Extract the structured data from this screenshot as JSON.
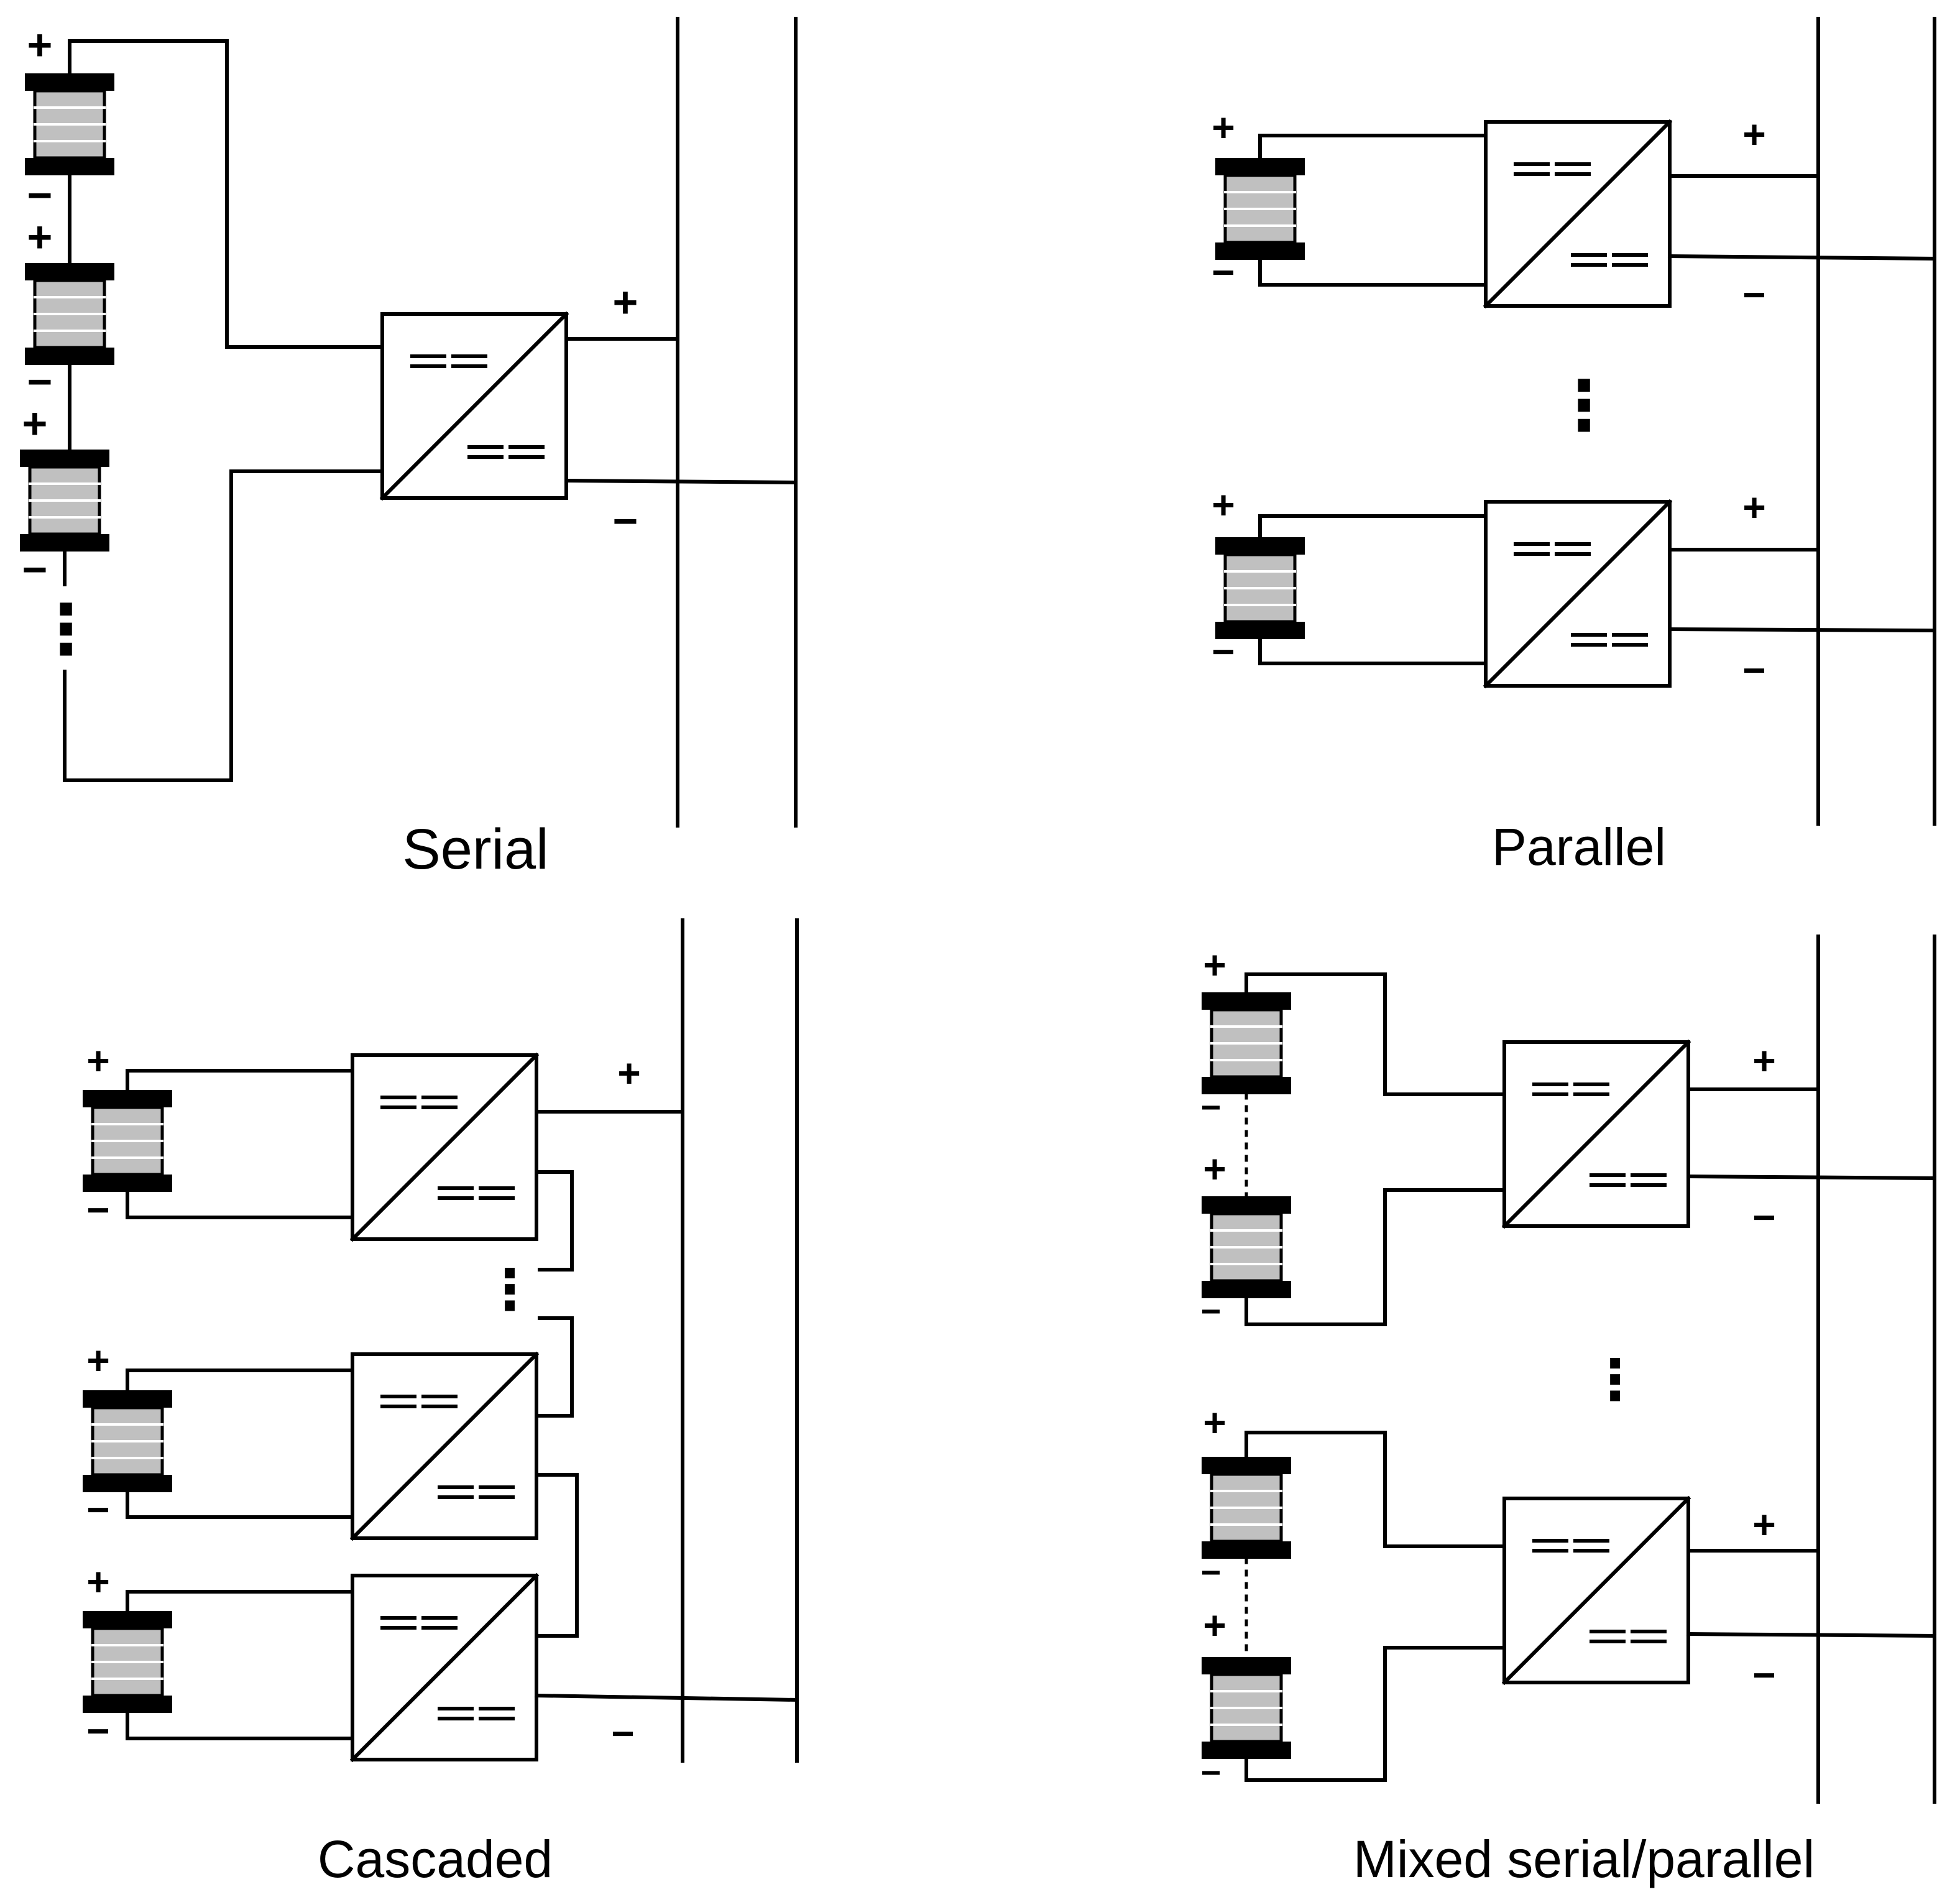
{
  "captions": {
    "serial": "Serial",
    "parallel": "Parallel",
    "cascaded": "Cascaded",
    "mixed": "Mixed serial/parallel"
  },
  "symbols": {
    "plus": "+",
    "minus": "−",
    "ellipsis": "⋮",
    "dc": "=="
  },
  "colors": {
    "line": "#000000",
    "cell_fill": "#c0c0c0",
    "background": "#ffffff"
  },
  "legend": {
    "battery": "battery-cell-icon",
    "converter": "dc-dc-converter-icon"
  }
}
